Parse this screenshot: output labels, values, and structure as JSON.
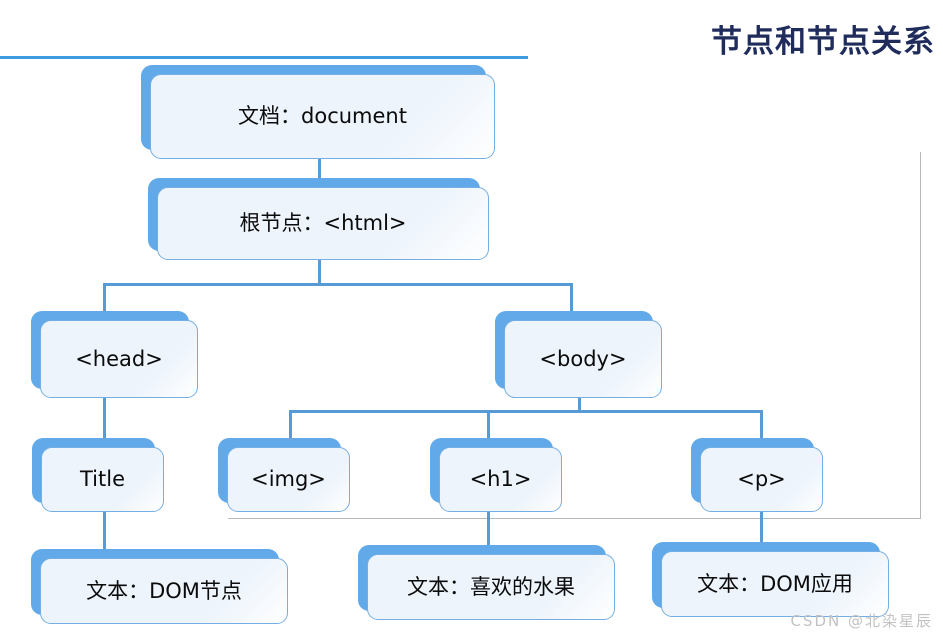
{
  "slide": {
    "title": "节点和节点关系",
    "title_color": "#1F2C5C",
    "accent_color": "#3F9BDF",
    "watermark": "CSDN @北染星辰"
  },
  "palette": {
    "node_shadow_blue": "#61A9E8",
    "node_fill": "#EDF4FC",
    "node_border": "#74AEE2",
    "connector": "#569BD5",
    "frame_gray": "#b8b8b8",
    "text": "#0b0b0b"
  },
  "tree": {
    "nodes": [
      {
        "id": "document",
        "label": "文档：document"
      },
      {
        "id": "html",
        "label": "根节点：<html>"
      },
      {
        "id": "head",
        "label": "<head>"
      },
      {
        "id": "body",
        "label": "<body>"
      },
      {
        "id": "title",
        "label": "Title"
      },
      {
        "id": "img",
        "label": "<img>"
      },
      {
        "id": "h1",
        "label": "<h1>"
      },
      {
        "id": "p",
        "label": "<p>"
      },
      {
        "id": "text-dom-node",
        "label": "文本：DOM节点"
      },
      {
        "id": "text-fruit",
        "label": "文本：喜欢的水果"
      },
      {
        "id": "text-dom-use",
        "label": "文本：DOM应用"
      }
    ],
    "edges": [
      {
        "from": "document",
        "to": "html"
      },
      {
        "from": "html",
        "to": "head"
      },
      {
        "from": "html",
        "to": "body"
      },
      {
        "from": "head",
        "to": "title"
      },
      {
        "from": "title",
        "to": "text-dom-node"
      },
      {
        "from": "body",
        "to": "img"
      },
      {
        "from": "body",
        "to": "h1"
      },
      {
        "from": "body",
        "to": "p"
      },
      {
        "from": "h1",
        "to": "text-fruit"
      },
      {
        "from": "p",
        "to": "text-dom-use"
      }
    ]
  }
}
